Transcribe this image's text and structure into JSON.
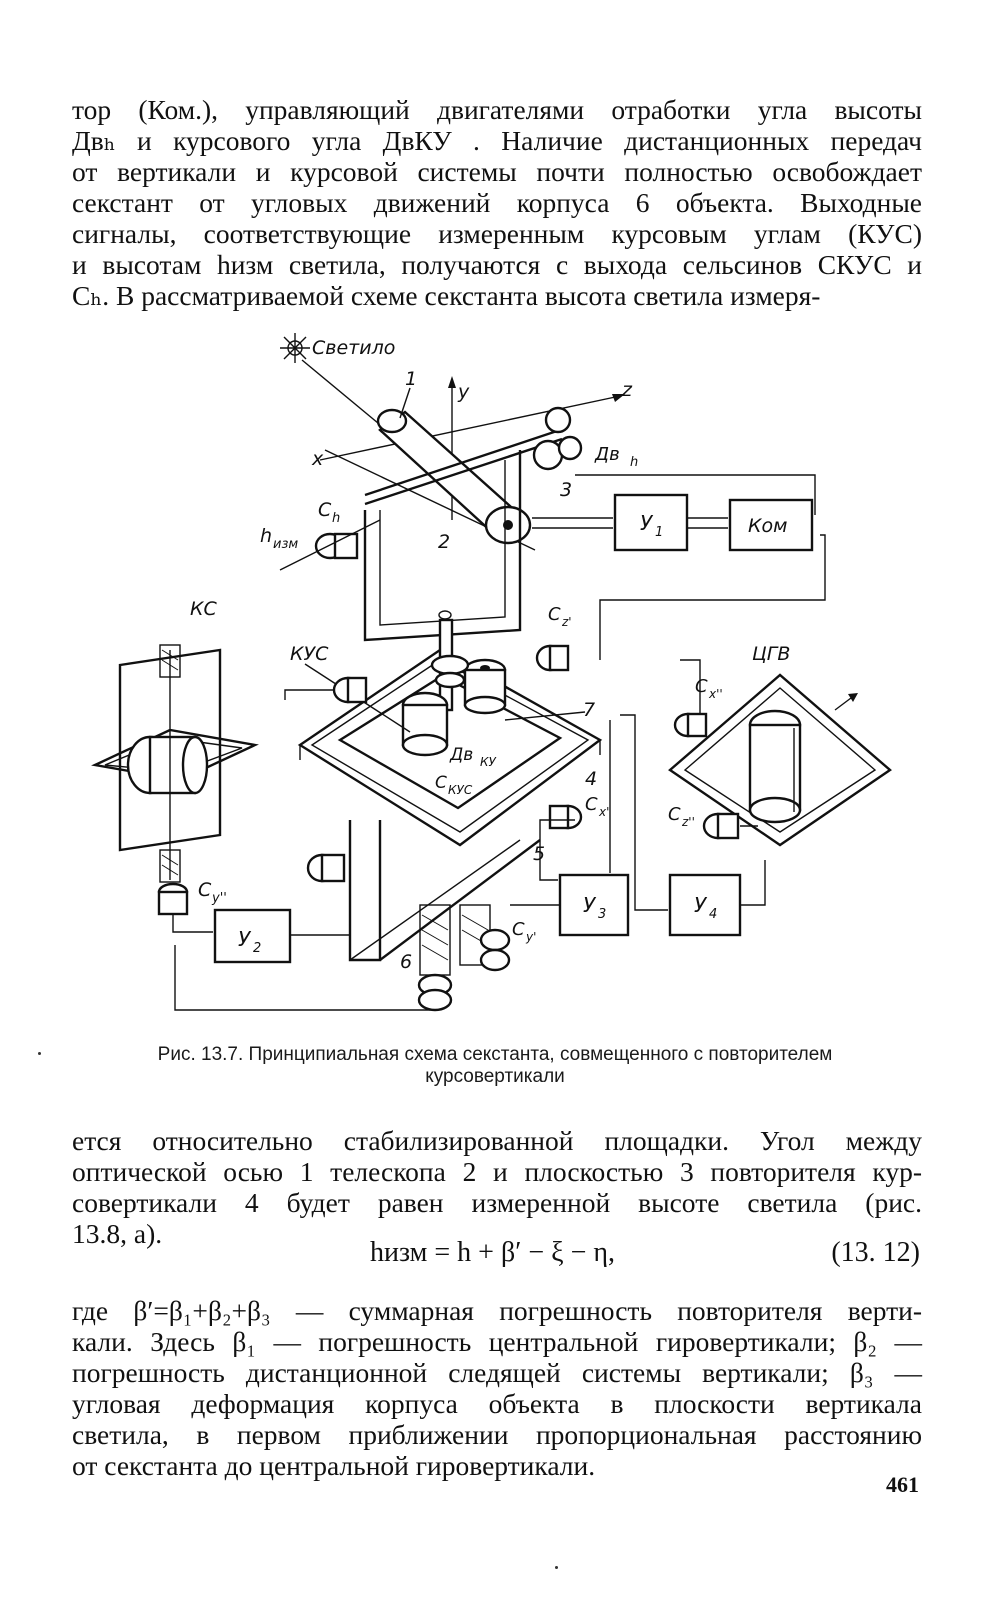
{
  "top_paragraph": {
    "lines": [
      "тор (Ком.), управляющий двигателями отработки угла высоты",
      "Двₕ и курсового угла ДвКУ . Наличие дистанционных передач",
      "от вертикали и курсовой системы почти полностью освобождает",
      "секстант от угловых движений корпуса 6 объекта. Выходные",
      "сигналы, соответствующие измеренным курсовым углам (КУС)",
      "и высотам hизм светила, получаются с выхода сельсинов СКУС и",
      "Сₕ. В рассматриваемой схеме секстанта высота светила измеря-"
    ]
  },
  "figure": {
    "labels": {
      "svetilo": "Светило",
      "one": "1",
      "y": "y",
      "z": "z",
      "x": "x",
      "dv_h": "Дв",
      "dv_h_sub": "h",
      "three": "3",
      "c_h": "C",
      "c_h_sub": "h",
      "h_izm": "h",
      "h_izm_sub": "изм",
      "two": "2",
      "u1": "У",
      "u1_sub": "1",
      "kom": "Ком",
      "ks": "КС",
      "cz1": "C",
      "cz1_sub": "z'",
      "kus": "КУС",
      "tsgv": "ЦГВ",
      "cx2": "C",
      "cx2_sub": "x''",
      "seven": "7",
      "dv_ku": "Дв",
      "dv_ku_sub": "КУ",
      "c_kus": "C",
      "c_kus_sub": "КУС",
      "four": "4",
      "cx1": "C",
      "cx1_sub": "x'",
      "cz2": "C",
      "cz2_sub": "z''",
      "five": "5",
      "cy2": "C",
      "cy2_sub": "y''",
      "u3": "У",
      "u3_sub": "3",
      "u4": "У",
      "u4_sub": "4",
      "u2": "У",
      "u2_sub": "2",
      "cy1": "C",
      "cy1_sub": "y'",
      "six": "6"
    }
  },
  "caption": {
    "line1": "Рис. 13.7. Принципиальная схема секстанта, совмещенного с повторителем",
    "line2": "курсовертикали"
  },
  "bottom_paragraph": {
    "lines": [
      "ется относительно стабилизированной площадки. Угол между",
      "оптической осью 1 телескопа 2 и плоскостью 3 повторителя кур-",
      "совертикали 4 будет равен измеренной высоте светила (рис.",
      "13.8, а)."
    ]
  },
  "formula": {
    "equation": "hизм = h + β′ − ξ − η,",
    "number": "(13. 12)"
  },
  "tail_paragraph": {
    "lines": [
      "где β′=β₁+β₂+β₃ — суммарная погрешность повторителя верти-",
      "кали. Здесь β₁ — погрешность центральной гировертикали; β₂ —",
      "погрешность дистанционной следящей системы вертикали; β₃ —",
      "угловая деформация корпуса объекта в плоскости вертикала",
      "светила, в первом приближении пропорциональная расстоянию",
      "от секстанта до центральной гировертикали."
    ]
  },
  "page_number": "461"
}
